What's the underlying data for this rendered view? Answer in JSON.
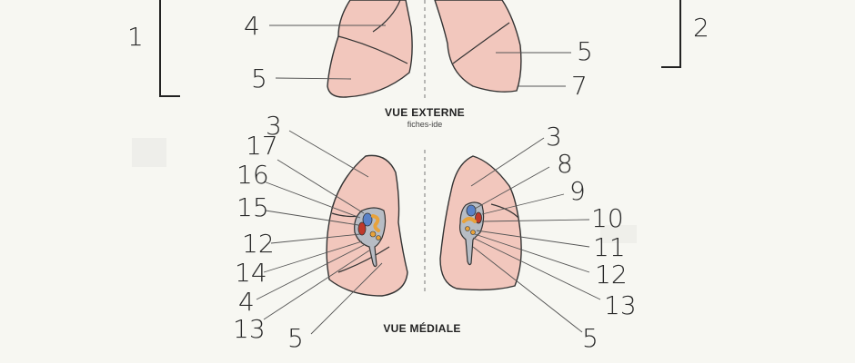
{
  "captions": {
    "external": "VUE EXTERNE",
    "watermark": "fiches-ide",
    "medial": "VUE MÉDIALE"
  },
  "brackets": {
    "left": "1",
    "right": "2"
  },
  "labels_external": {
    "left": [
      "4",
      "5"
    ],
    "right": [
      "5",
      "7"
    ]
  },
  "labels_medial_left": [
    "3",
    "17",
    "16",
    "15",
    "12",
    "14",
    "4",
    "13",
    "5"
  ],
  "labels_medial_right": [
    "3",
    "8",
    "9",
    "10",
    "11",
    "12",
    "13",
    "5"
  ],
  "colors": {
    "lung_fill": "#f2c7bd",
    "hilum_grey": "#b7bcc4",
    "artery_blue": "#5a82c8",
    "vein_red": "#c0392b",
    "bronchus_orange": "#e8a23a",
    "background": "#f7f7f2"
  }
}
